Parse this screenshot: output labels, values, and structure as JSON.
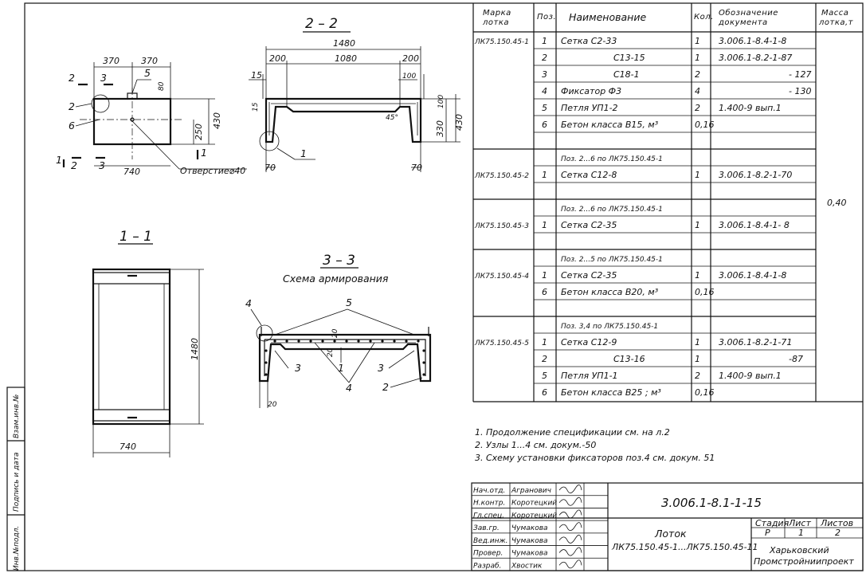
{
  "margin_stamp": {
    "inv_podl": "Инв.№подл.",
    "podpis": "Подпись и дата",
    "vzam": "Взам.инв.№"
  },
  "views": {
    "front": {
      "dim_370_a": "370",
      "dim_370_b": "370",
      "dim_740": "740",
      "dim_430": "430",
      "dim_250": "250",
      "dim_80": "80",
      "pos_5": "5",
      "pos_2": "2",
      "pos_6": "6",
      "sec_2": "2",
      "sec_3": "3",
      "sec_1": "1",
      "hole": "Отверстие⌀40"
    },
    "section_22": {
      "title": "2 – 2",
      "dim_1480": "1480",
      "dim_200_a": "200",
      "dim_1080": "1080",
      "dim_200_b": "200",
      "dim_15_a": "15",
      "dim_15_b": "15",
      "dim_100_a": "100",
      "dim_100_b": "100",
      "dim_330": "330",
      "dim_430": "430",
      "dim_45": "45°",
      "dim_70_a": "70",
      "dim_70_b": "70",
      "node_1": "1"
    },
    "section_11": {
      "title": "1 – 1",
      "dim_1480": "1480",
      "dim_740": "740"
    },
    "section_33": {
      "title": "3 – 3",
      "subtitle": "Схема армирования",
      "p4a": "4",
      "p5": "5",
      "p20a": "20",
      "p20b": "20",
      "p3a": "3",
      "p1": "1",
      "p3b": "3",
      "p2": "2",
      "p4b": "4"
    }
  },
  "spec": {
    "headers": {
      "marka": "Марка лотка",
      "poz": "Поз.",
      "name": "Наименование",
      "kol": "Кол.",
      "oboz": "Обозначение документа",
      "massa": "Масса лотка,т"
    },
    "rows": [
      {
        "marka": "ЛК75.150.45-1",
        "poz": "1",
        "name": "Сетка   С2-33",
        "kol": "1",
        "oboz": "3.006.1-8.4-1-8"
      },
      {
        "marka": "",
        "poz": "2",
        "name": "С13-15",
        "kol": "1",
        "oboz": "3.006.1-8.2-1-87"
      },
      {
        "marka": "",
        "poz": "3",
        "name": "С18-1",
        "kol": "2",
        "oboz": "- 127"
      },
      {
        "marka": "",
        "poz": "4",
        "name": "Фиксатор  Ф3",
        "kol": "4",
        "oboz": "- 130"
      },
      {
        "marka": "",
        "poz": "5",
        "name": "Петля   УП1-2",
        "kol": "2",
        "oboz": "1.400-9  вып.1"
      },
      {
        "marka": "",
        "poz": "6",
        "name": "Бетон класса В15, м³",
        "kol": "0,16",
        "oboz": ""
      },
      {
        "marka": "",
        "poz": "",
        "name": "",
        "kol": "",
        "oboz": ""
      },
      {
        "marka": "",
        "poz": "",
        "name": "Поз. 2...6 по ЛК75.150.45-1",
        "kol": "",
        "oboz": ""
      },
      {
        "marka": "ЛК75.150.45-2",
        "poz": "1",
        "name": "Сетка  С12-8",
        "kol": "1",
        "oboz": "3.006.1-8.2-1-70"
      },
      {
        "marka": "",
        "poz": "",
        "name": "",
        "kol": "",
        "oboz": ""
      },
      {
        "marka": "",
        "poz": "",
        "name": "Поз. 2...6 по ЛК75.150.45-1",
        "kol": "",
        "oboz": ""
      },
      {
        "marka": "ЛК75.150.45-3",
        "poz": "1",
        "name": "Сетка   С2-35",
        "kol": "1",
        "oboz": "3.006.1-8.4-1- 8"
      },
      {
        "marka": "",
        "poz": "",
        "name": "",
        "kol": "",
        "oboz": ""
      },
      {
        "marka": "",
        "poz": "",
        "name": "Поз. 2...5 по ЛК75.150.45-1",
        "kol": "",
        "oboz": ""
      },
      {
        "marka": "ЛК75.150.45-4",
        "poz": "1",
        "name": "Сетка  С2-35",
        "kol": "1",
        "oboz": "3.006.1-8.4-1-8"
      },
      {
        "marka": "",
        "poz": "6",
        "name": "Бетон класса В20, м³",
        "kol": "0,16",
        "oboz": ""
      },
      {
        "marka": "",
        "poz": "",
        "name": "",
        "kol": "",
        "oboz": ""
      },
      {
        "marka": "",
        "poz": "",
        "name": "Поз. 3,4  по  ЛК75.150.45-1",
        "kol": "",
        "oboz": ""
      },
      {
        "marka": "ЛК75.150.45-5",
        "poz": "1",
        "name": "Сетка  С12-9",
        "kol": "1",
        "oboz": "3.006.1-8.2-1-71"
      },
      {
        "marka": "",
        "poz": "2",
        "name": "С13-16",
        "kol": "1",
        "oboz": "-87"
      },
      {
        "marka": "",
        "poz": "5",
        "name": "Петля  УП1-1",
        "kol": "2",
        "oboz": "1.400-9  вып.1"
      },
      {
        "marka": "",
        "poz": "6",
        "name": "Бетон класса В25 ; м³",
        "kol": "0,16",
        "oboz": ""
      }
    ],
    "mass": "0,40"
  },
  "notes": [
    "1. Продолжение спецификации см. на л.2",
    "2. Узлы 1...4 см. докум.-50",
    "3. Схему установки фиксаторов поз.4 см. докум. 51"
  ],
  "title_block": {
    "code": "3.006.1-8.1-1-15",
    "roles": [
      {
        "role": "Нач.отд.",
        "name": "Агранович"
      },
      {
        "role": "Н.контр.",
        "name": "Коротецкий"
      },
      {
        "role": "Гл.спец.",
        "name": "Коротецкий"
      },
      {
        "role": "Зав.гр.",
        "name": "Чумакова"
      },
      {
        "role": "Вед.инж.",
        "name": "Чумакова"
      },
      {
        "role": "Провер.",
        "name": "Чумакова"
      },
      {
        "role": "Разраб.",
        "name": "Хвостик"
      }
    ],
    "stage_label": "Стадия",
    "sheet_label": "Лист",
    "sheets_label": "Листов",
    "stage": "Р",
    "sheet": "1",
    "sheets": "2",
    "product_name": "Лоток",
    "product_range": "ЛК75.150.45-1...ЛК75.150.45-11",
    "org": "Харьковский",
    "org2": "Промстройниипроект"
  }
}
